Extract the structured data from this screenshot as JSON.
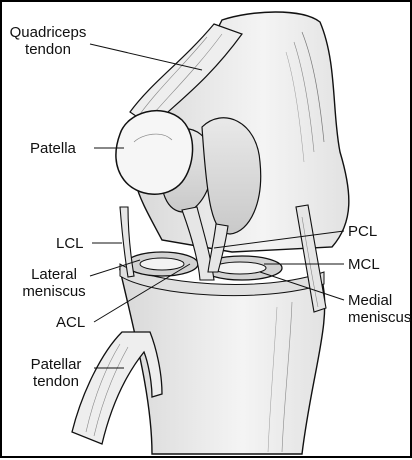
{
  "diagram": {
    "labels": {
      "quadriceps_tendon": "Quadriceps\ntendon",
      "patella": "Patella",
      "lcl": "LCL",
      "lateral_meniscus": "Lateral\nmeniscus",
      "acl": "ACL",
      "patellar_tendon": "Patellar\ntendon",
      "pcl": "PCL",
      "mcl": "MCL",
      "medial_meniscus": "Medial\nmeniscus"
    },
    "colors": {
      "line": "#111111",
      "bone_fill": "#f2f2f2",
      "cartilage_fill": "#dcdcdc",
      "meniscus_fill": "#d0d0d0",
      "frame": "#000000"
    }
  }
}
